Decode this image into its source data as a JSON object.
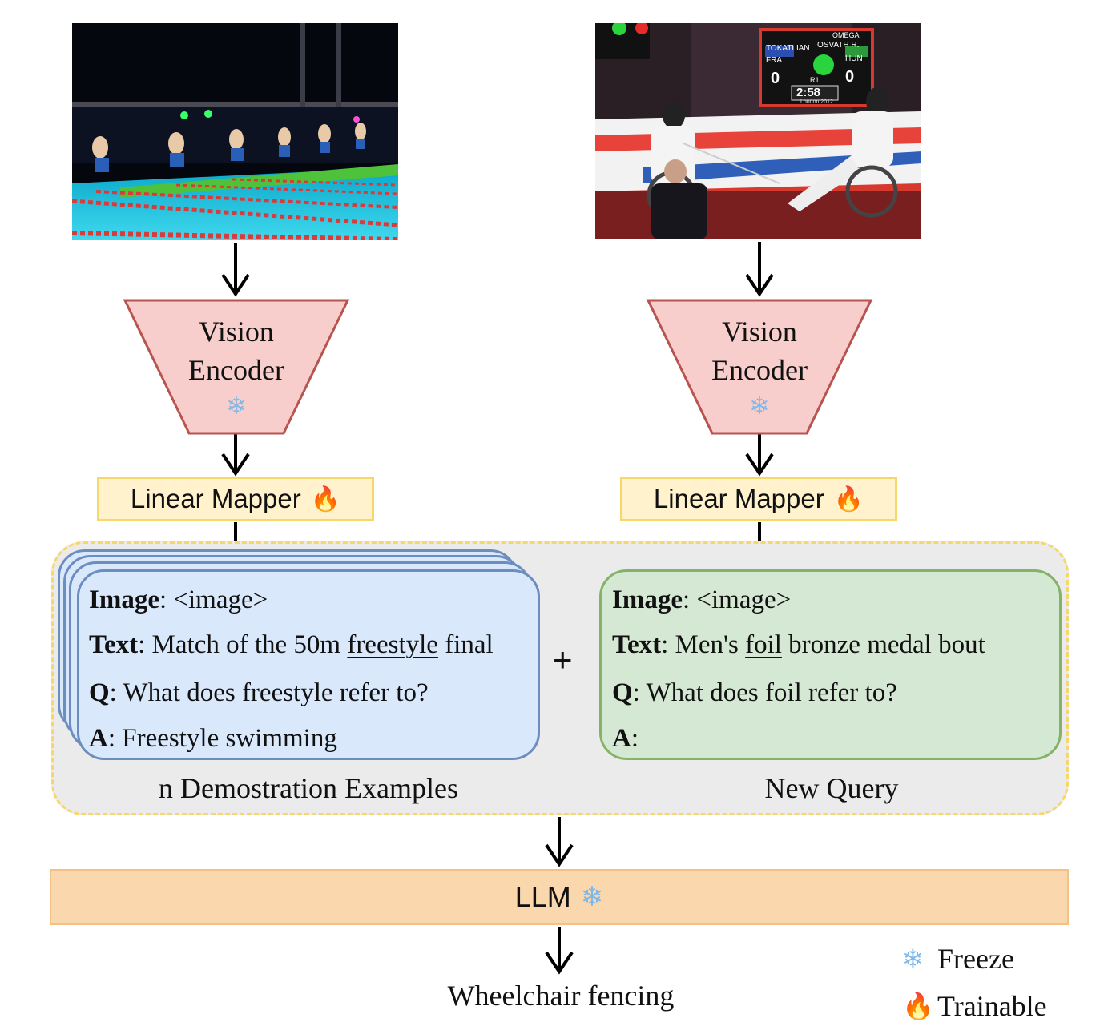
{
  "left_branch": {
    "encoder_line1": "Vision",
    "encoder_line2": "Encoder",
    "encoder_icon": "snowflake-icon",
    "mapper_label": "Linear Mapper",
    "mapper_icon": "fire-icon"
  },
  "right_branch": {
    "encoder_line1": "Vision",
    "encoder_line2": "Encoder",
    "encoder_icon": "snowflake-icon",
    "mapper_label": "Linear Mapper",
    "mapper_icon": "fire-icon"
  },
  "demo_card": {
    "image_key": "Image",
    "image_value": ": <image>",
    "text_key": "Text",
    "text_value_pre": ": Match of the 50m ",
    "text_value_ul": "freestyle",
    "text_value_post": " final",
    "q_key": "Q",
    "q_value": ": What does freestyle refer to?",
    "a_key": "A",
    "a_value": ": Freestyle swimming",
    "caption": "n Demostration Examples"
  },
  "plus_sign": "+",
  "query_card": {
    "image_key": "Image",
    "image_value": ": <image>",
    "text_key": "Text",
    "text_value_pre": ": Men's ",
    "text_value_ul": "foil",
    "text_value_post": " bronze medal bout",
    "q_key": "Q",
    "q_value": ": What does foil refer to?",
    "a_key": "A",
    "a_value": ":",
    "caption": "New Query"
  },
  "llm": {
    "label": "LLM",
    "icon": "snowflake-icon"
  },
  "output": "Wheelchair fencing",
  "legend": {
    "freeze_icon": "snowflake-icon",
    "freeze_label": "Freeze",
    "trainable_icon": "fire-icon",
    "trainable_label": "Trainable"
  },
  "scoreboard": {
    "name_left": "TOKATLIAN",
    "name_right": "OSVATH R.",
    "team_left": "FRA",
    "team_right": "HUN",
    "score_left": "0",
    "score_right": "0",
    "round": "R1",
    "time": "2:58",
    "event": "London 2012",
    "brand": "OMEGA"
  },
  "colors": {
    "encoder_fill": "#f8cecc",
    "encoder_stroke": "#b85450",
    "mapper_fill": "#fff2cc",
    "mapper_stroke": "#f7d66a",
    "demo_fill": "#dae8fc",
    "demo_stroke": "#6c8ebf",
    "query_fill": "#d5e8d4",
    "query_stroke": "#82b366",
    "llm_fill": "#fad7ac",
    "container_fill": "#ebebeb"
  }
}
